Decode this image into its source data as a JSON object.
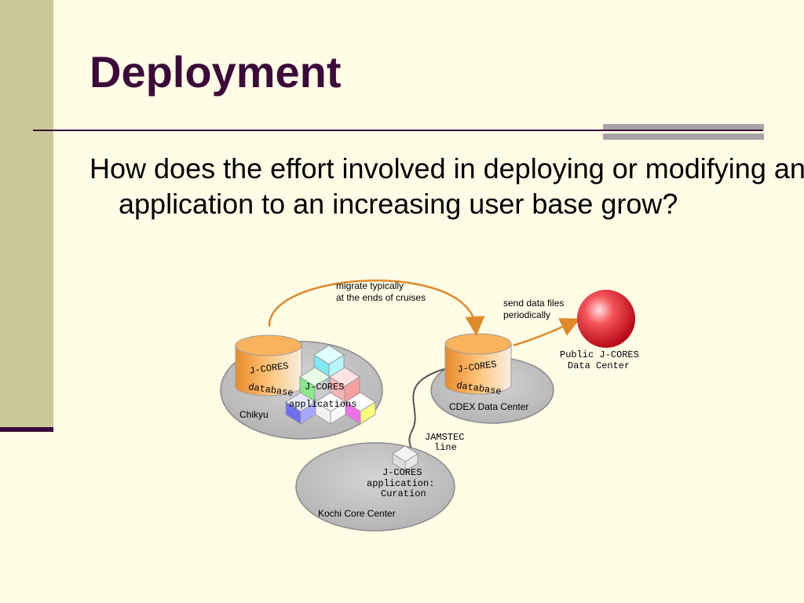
{
  "slide": {
    "title": "Deployment",
    "body": "How does the effort involved in deploying or modifying an application to an increasing user base grow?"
  },
  "diagram": {
    "arrow_migrate_label": [
      "migrate typically",
      "at the ends of cruises"
    ],
    "arrow_send_label": [
      "send data files",
      "periodically"
    ],
    "chikyu": {
      "name": "Chikyu",
      "db_label": [
        "J-CORES",
        "database"
      ],
      "apps_label": [
        "J-CORES",
        "applications"
      ]
    },
    "cdex": {
      "name": "CDEX Data Center",
      "db_label": [
        "J-CORES",
        "database"
      ]
    },
    "public": {
      "label": [
        "Public J-CORES",
        "Data Center"
      ]
    },
    "link_label": [
      "JAMSTEC",
      "line"
    ],
    "kochi": {
      "name": "Kochi Core Center",
      "app_label": [
        "J-CORES",
        "application:",
        "Curation"
      ]
    }
  },
  "colors": {
    "title": "#3b0a3a",
    "arrow": "#e0892a",
    "db_orange": "#f5a94a",
    "ellipse_gray": "#bdbdbd",
    "sphere_red": "#e8141b"
  }
}
